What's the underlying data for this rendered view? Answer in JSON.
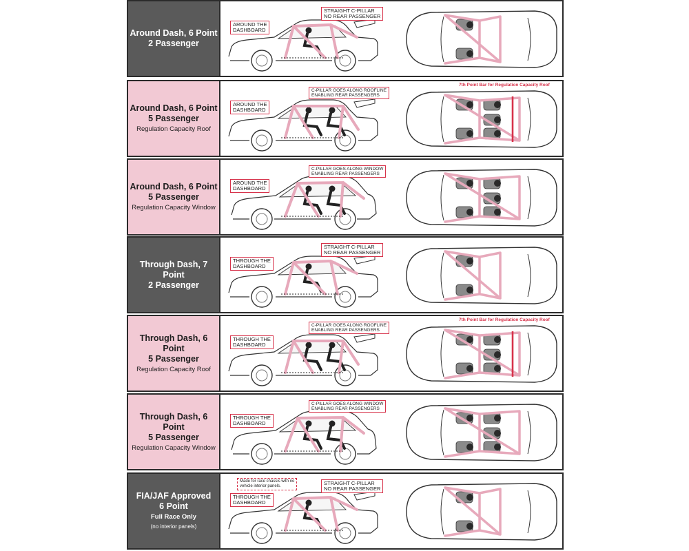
{
  "rows": [
    {
      "line1": "Around Dash, 6 Point",
      "line2": "2 Passenger",
      "line3": "",
      "line4": "",
      "style": "dark",
      "callout_dash": "AROUND THE\nDASHBOARD",
      "callout_pillar": "STRAIGHT C-PILLAR\nNO REAR PASSENGER",
      "note": "",
      "top_label": ""
    },
    {
      "line1": "Around Dash, 6 Point",
      "line2": "5 Passenger",
      "line3": "Regulation Capacity Roof",
      "line4": "",
      "style": "pink",
      "callout_dash": "AROUND THE\nDASHBOARD",
      "callout_pillar": "C-PILLAR GOES ALONG ROOFLINE\nENABLING REAR PASSENGERS",
      "note": "",
      "top_label": "7th Point Bar for Regulation Capacity Roof"
    },
    {
      "line1": "Around Dash, 6 Point",
      "line2": "5 Passenger",
      "line3": "Regulation Capacity Window",
      "line4": "",
      "style": "pink",
      "callout_dash": "AROUND THE\nDASHBOARD",
      "callout_pillar": "C-PILLAR GOES ALONG WINDOW\nENABLING REAR PASSENGERS",
      "note": "",
      "top_label": ""
    },
    {
      "line1": "Through Dash, 7 Point",
      "line2": "2 Passenger",
      "line3": "",
      "line4": "",
      "style": "dark",
      "callout_dash": "THROUGH THE\nDASHBOARD",
      "callout_pillar": "STRAIGHT C-PILLAR\nNO REAR PASSENGER",
      "note": "",
      "top_label": ""
    },
    {
      "line1": "Through Dash, 6 Point",
      "line2": "5 Passenger",
      "line3": "Regulation Capacity Roof",
      "line4": "",
      "style": "pink",
      "callout_dash": "THROUGH THE\nDASHBOARD",
      "callout_pillar": "C-PILLAR GOES ALONG ROOFLINE\nENABLING REAR PASSENGERS",
      "note": "",
      "top_label": "7th Point Bar for Regulation Capacity Roof"
    },
    {
      "line1": "Through Dash, 6 Point",
      "line2": "5 Passenger",
      "line3": "Regulation Capacity Window",
      "line4": "",
      "style": "pink",
      "callout_dash": "THROUGH THE\nDASHBOARD",
      "callout_pillar": "C-PILLAR GOES ALONG WINDOW\nENABLING REAR PASSENGERS",
      "note": "",
      "top_label": ""
    },
    {
      "line1": "FIA/JAF Approved",
      "line2": "6 Point",
      "line3": "Full Race Only",
      "line4": "(no interior panels)",
      "style": "dark",
      "callout_dash": "THROUGH THE\nDASHBOARD",
      "callout_pillar": "STRAIGHT C-PILLAR\nNO REAR PASSENGER",
      "note": "Made for race chassis with no\nvehicle interior panels.",
      "top_label": ""
    }
  ],
  "colors": {
    "accent": "#d7334b",
    "cage": "#e7a9bb",
    "dark_panel": "#5a5a5a",
    "pink_panel": "#f2c9d4"
  }
}
